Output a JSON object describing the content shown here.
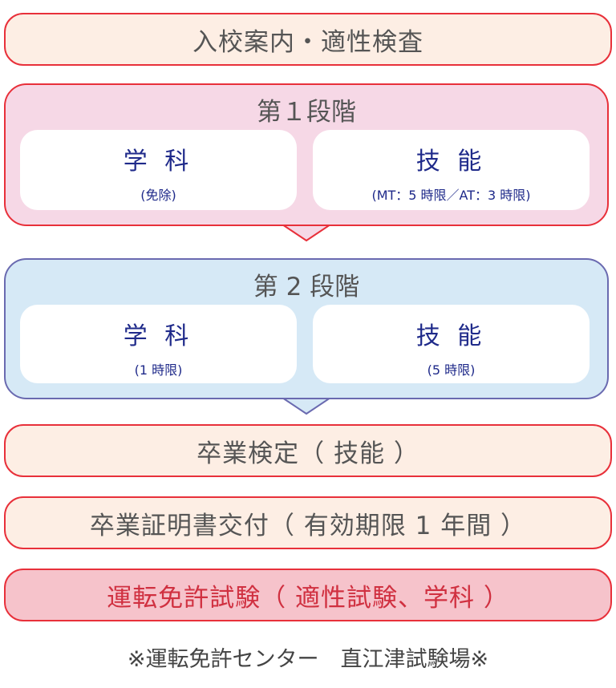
{
  "steps": {
    "admission": "入校案内・適性検査",
    "stage1": {
      "title": "第１段階",
      "left": {
        "title": "学 科",
        "sub": "(免除)"
      },
      "right": {
        "title": "技 能",
        "sub": "(MT：5 時限／AT：3 時限)"
      }
    },
    "stage2": {
      "title": "第 2 段階",
      "left": {
        "title": "学 科",
        "sub": "(1 時限)"
      },
      "right": {
        "title": "技 能",
        "sub": "(5 時限)"
      }
    },
    "graduation_exam": "卒業検定（ 技能 ）",
    "certificate": "卒業証明書交付（ 有効期限 1 年間 ）",
    "license_exam": "運転免許試験（ 適性試験、学科 ）"
  },
  "footer": "※運転免許センター　直江津試験場※",
  "colors": {
    "red": "#e8303a",
    "pink": "#f6d8e6",
    "blue": "#d6e9f6",
    "beige": "#fdeee4",
    "navy": "#1f2a8a"
  }
}
